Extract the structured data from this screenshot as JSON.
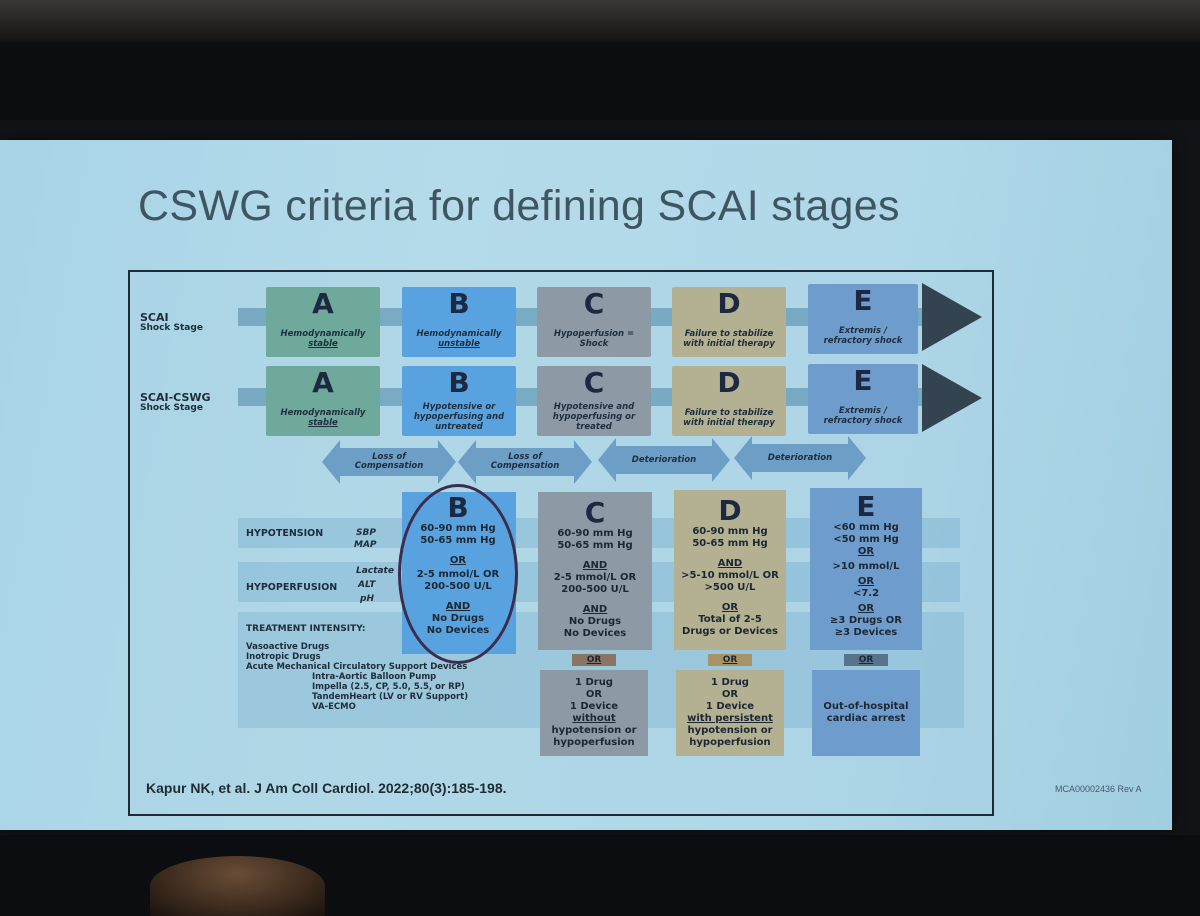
{
  "slide": {
    "title": "CSWG criteria for defining SCAI stages",
    "citation": "Kapur NK, et al. J Am Coll Cardiol. 2022;80(3):185-198.",
    "doc_id": "MCA00002436 Rev A"
  },
  "rows": {
    "scai": {
      "label": "SCAI",
      "sublabel": "Shock Stage"
    },
    "cswg": {
      "label": "SCAI-CSWG",
      "sublabel": "Shock Stage"
    }
  },
  "scai_stages": [
    {
      "letter": "A",
      "line1": "Hemodynamically",
      "line2": "stable",
      "color": "#6fa99c"
    },
    {
      "letter": "B",
      "line1": "Hemodynamically",
      "line2": "unstable",
      "color": "#58a3df"
    },
    {
      "letter": "C",
      "line1": "Hypoperfusion =",
      "line2": "Shock",
      "color": "#8d9aa6"
    },
    {
      "letter": "D",
      "line1": "Failure to stabilize",
      "line2": "with initial therapy",
      "color": "#b3b192"
    },
    {
      "letter": "E",
      "line1": "Extremis /",
      "line2": "refractory shock",
      "color": "#6e9dcd"
    }
  ],
  "cswg_stages": [
    {
      "letter": "A",
      "line1": "Hemodynamically",
      "line2": "stable",
      "line3": "",
      "color": "#6fa99c"
    },
    {
      "letter": "B",
      "line1": "Hypotensive or",
      "line2": "hypoperfusing and",
      "line3": "untreated",
      "color": "#58a3df"
    },
    {
      "letter": "C",
      "line1": "Hypotensive and",
      "line2": "hypoperfusing or",
      "line3": "treated",
      "color": "#8d9aa6"
    },
    {
      "letter": "D",
      "line1": "Failure to stabilize",
      "line2": "with initial therapy",
      "line3": "",
      "color": "#b3b192"
    },
    {
      "letter": "E",
      "line1": "Extremis /",
      "line2": "refractory shock",
      "line3": "",
      "color": "#6e9dcd"
    }
  ],
  "transitions": [
    {
      "line1": "Loss of",
      "line2": "Compensation"
    },
    {
      "line1": "Loss of",
      "line2": "Compensation"
    },
    {
      "line1": "Deterioration",
      "line2": ""
    },
    {
      "line1": "Deterioration",
      "line2": ""
    }
  ],
  "criteria_labels": {
    "hypotension": "HYPOTENSION",
    "sbp": "SBP",
    "map": "MAP",
    "hypoperfusion": "HYPOPERFUSION",
    "lactate": "Lactate",
    "alt": "ALT",
    "ph": "pH",
    "treatment": "TREATMENT INTENSITY:",
    "vasoactive": "Vasoactive Drugs",
    "inotropic": "Inotropic Drugs",
    "acute_mcs": "Acute Mechanical Circulatory Support Devices",
    "iabp": "Intra-Aortic Balloon Pump",
    "impella": "Impella (2.5, CP, 5.0, 5.5, or RP)",
    "tandem": "TandemHeart (LV or RV Support)",
    "vaecmo": "VA-ECMO"
  },
  "criteria": {
    "B": {
      "letter": "B",
      "sbp": "60-90 mm Hg",
      "map": "50-65 mm Hg",
      "or1": "OR",
      "lactate": "2-5 mmol/L OR",
      "alt": "200-500 U/L",
      "and": "AND",
      "drugs": "No Drugs",
      "devices": "No Devices"
    },
    "C": {
      "letter": "C",
      "sbp": "60-90 mm Hg",
      "map": "50-65 mm Hg",
      "and1": "AND",
      "lactate": "2-5 mmol/L OR",
      "alt": "200-500 U/L",
      "and2": "AND",
      "drugs": "No Drugs",
      "devices": "No Devices",
      "or_badge": "OR",
      "alt1": "1 Drug",
      "alt2": "OR",
      "alt3": "1 Device",
      "alt4": "without",
      "alt5": "hypotension or",
      "alt6": "hypoperfusion"
    },
    "D": {
      "letter": "D",
      "sbp": "60-90 mm Hg",
      "map": "50-65 mm Hg",
      "and1": "AND",
      "lactate": ">5-10 mmol/L OR",
      "alt": ">500 U/L",
      "or1": "OR",
      "total": "Total of 2-5",
      "drugs": "Drugs or Devices",
      "or_badge": "OR",
      "alt1": "1 Drug",
      "alt2": "OR",
      "alt3": "1 Device",
      "alt4": "with persistent",
      "alt5": "hypotension or",
      "alt6": "hypoperfusion"
    },
    "E": {
      "letter": "E",
      "sbp": "<60 mm Hg",
      "map": "<50 mm Hg",
      "or1": "OR",
      "lactate": ">10 mmol/L",
      "or2": "OR",
      "ph": "<7.2",
      "or3": "OR",
      "drugs": "≥3 Drugs OR",
      "devices": "≥3 Devices",
      "or_badge": "OR",
      "alt1": "Out-of-hospital",
      "alt2": "cardiac arrest"
    }
  }
}
